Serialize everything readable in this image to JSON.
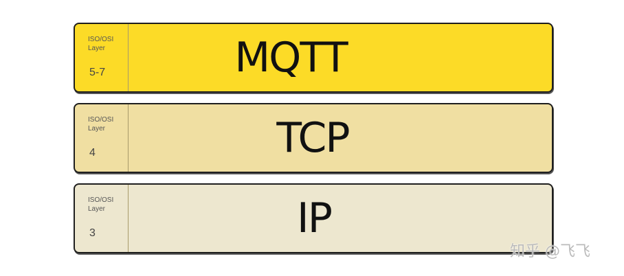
{
  "layers": [
    {
      "label_line1": "ISO/OSI",
      "label_line2": "Layer",
      "number": "5-7",
      "protocol": "MQTT",
      "color": "#fcdb27"
    },
    {
      "label_line1": "ISO/OSI",
      "label_line2": "Layer",
      "number": "4",
      "protocol": "TCP",
      "color": "#f0dfa2"
    },
    {
      "label_line1": "ISO/OSI",
      "label_line2": "Layer",
      "number": "3",
      "protocol": "IP",
      "color": "#ede7cf"
    }
  ],
  "watermark": "知乎 @飞飞"
}
